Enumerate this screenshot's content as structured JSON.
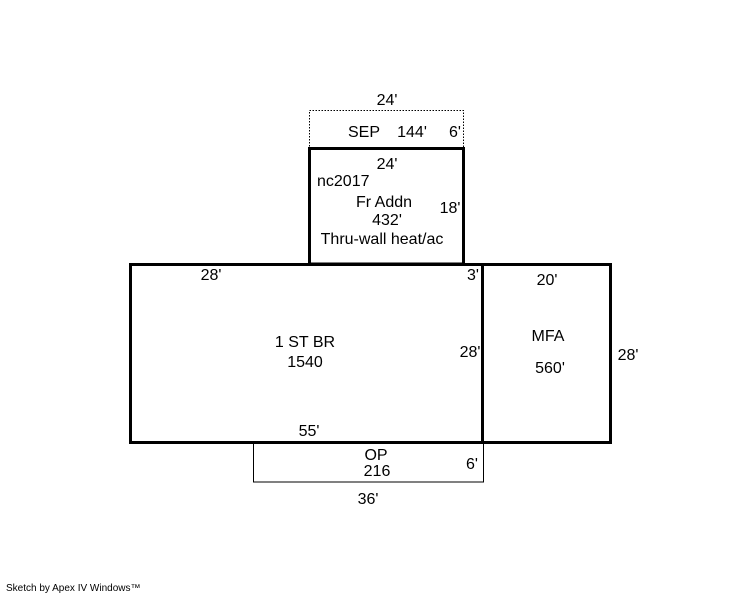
{
  "sep": {
    "name": "SEP",
    "area": "144'",
    "width": "24'",
    "depth": "6'"
  },
  "addition": {
    "note": "nc2017",
    "name": "Fr Addn",
    "area": "432'",
    "feature": "Thru-wall heat/ac",
    "width": "24'",
    "depth": "18'"
  },
  "main": {
    "name": "1 ST BR",
    "area": "1540",
    "top_left_dim": "28'",
    "top_right_dim": "3'",
    "right_dim": "28'",
    "bottom_dim": "55'"
  },
  "mfa": {
    "name": "MFA",
    "area": "560'",
    "width": "20'",
    "depth": "28'"
  },
  "op": {
    "name": "OP",
    "area": "216",
    "depth": "6'",
    "width": "36'"
  },
  "footer": "Sketch by Apex IV Windows™"
}
